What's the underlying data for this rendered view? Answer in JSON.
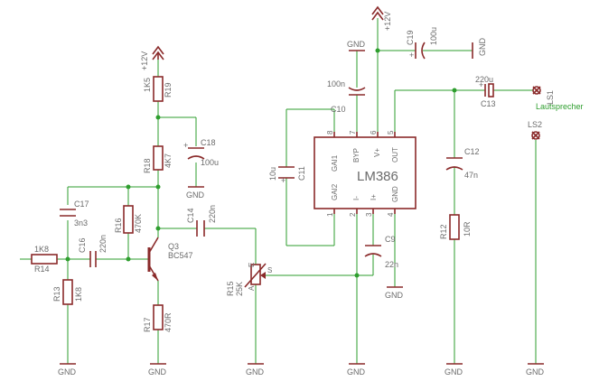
{
  "components": {
    "r19": {
      "name": "R19",
      "value": "1K5"
    },
    "r18": {
      "name": "R18",
      "value": "4K7"
    },
    "r16": {
      "name": "R16",
      "value": "470K"
    },
    "r17": {
      "name": "R17",
      "value": "470R"
    },
    "r13": {
      "name": "R13",
      "value": "1K8"
    },
    "r14": {
      "name": "R14",
      "value": "1K8"
    },
    "r12": {
      "name": "R12",
      "value": "10R"
    },
    "r15": {
      "name": "R15",
      "value": "25K",
      "pin_a": "A",
      "pin_e": "E",
      "pin_s": "S"
    },
    "c17": {
      "name": "C17",
      "value": "3n3"
    },
    "c16": {
      "name": "C16",
      "value": "220n"
    },
    "c14": {
      "name": "C14",
      "value": "220n"
    },
    "c18": {
      "name": "C18",
      "value": "100u"
    },
    "c10": {
      "name": "C10",
      "value": "100n"
    },
    "c11": {
      "name": "C11",
      "value": "10u"
    },
    "c9": {
      "name": "C9",
      "value": "22n"
    },
    "c19": {
      "name": "C19",
      "value": "100u"
    },
    "c13": {
      "name": "C13",
      "value": "220u"
    },
    "c12": {
      "name": "C12",
      "value": "47n"
    },
    "q3": {
      "name": "Q3",
      "value": "BC547"
    },
    "ic": {
      "value": "LM386",
      "pins": {
        "gai1": "GAI1",
        "gai2": "GAI2",
        "byp": "BYP",
        "vplus": "V+",
        "out": "OUT",
        "inminus": "I-",
        "inplus": "I+",
        "gnd": "GND"
      },
      "pin_numbers": {
        "p1": "1",
        "p2": "2",
        "p3": "3",
        "p4": "4",
        "p5": "5",
        "p6": "6",
        "p7": "7",
        "p8": "8"
      }
    },
    "ls1": {
      "name": "LS1",
      "label": "Lautsprecher"
    },
    "ls2": {
      "name": "LS2"
    }
  },
  "supplies": {
    "vcc": "+12V",
    "gnd": "GND"
  },
  "colors": {
    "wire": "#2e9e2e",
    "device": "#8a2a2a",
    "label": "#6b6b6b"
  }
}
